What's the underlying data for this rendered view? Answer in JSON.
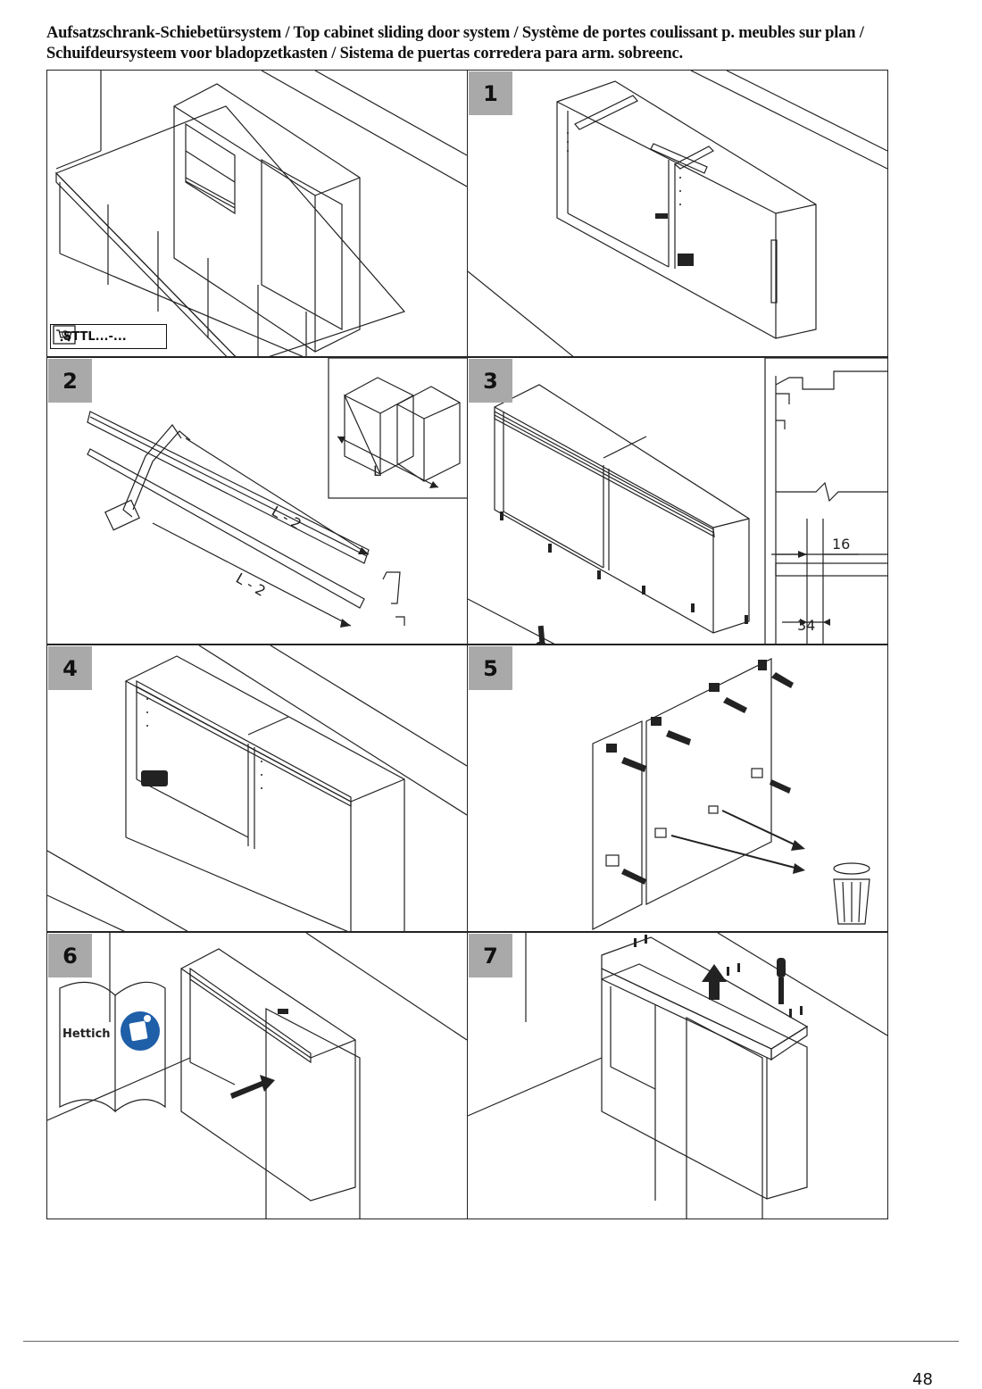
{
  "title": {
    "line1": "Aufsatzschrank-Schiebetürsystem / Top cabinet sliding door system / Système de portes coulissant p. meubles sur plan /",
    "line2": "Schuifdeursysteem voor bladopzetkasten / Sistema de puertas corredera para arm. sobreenc."
  },
  "overview": {
    "article_code": "STTL...-..."
  },
  "steps": [
    {
      "number": "1"
    },
    {
      "number": "2",
      "dims": {
        "cabinet": "L",
        "rail_top": "L - 2",
        "rail_bottom": "L - 2"
      }
    },
    {
      "number": "3",
      "dims": {
        "offset": "16",
        "depth": "34"
      }
    },
    {
      "number": "4"
    },
    {
      "number": "5"
    },
    {
      "number": "6",
      "brand": "Hettich"
    },
    {
      "number": "7"
    }
  ],
  "footer": {
    "page_number": "48"
  }
}
